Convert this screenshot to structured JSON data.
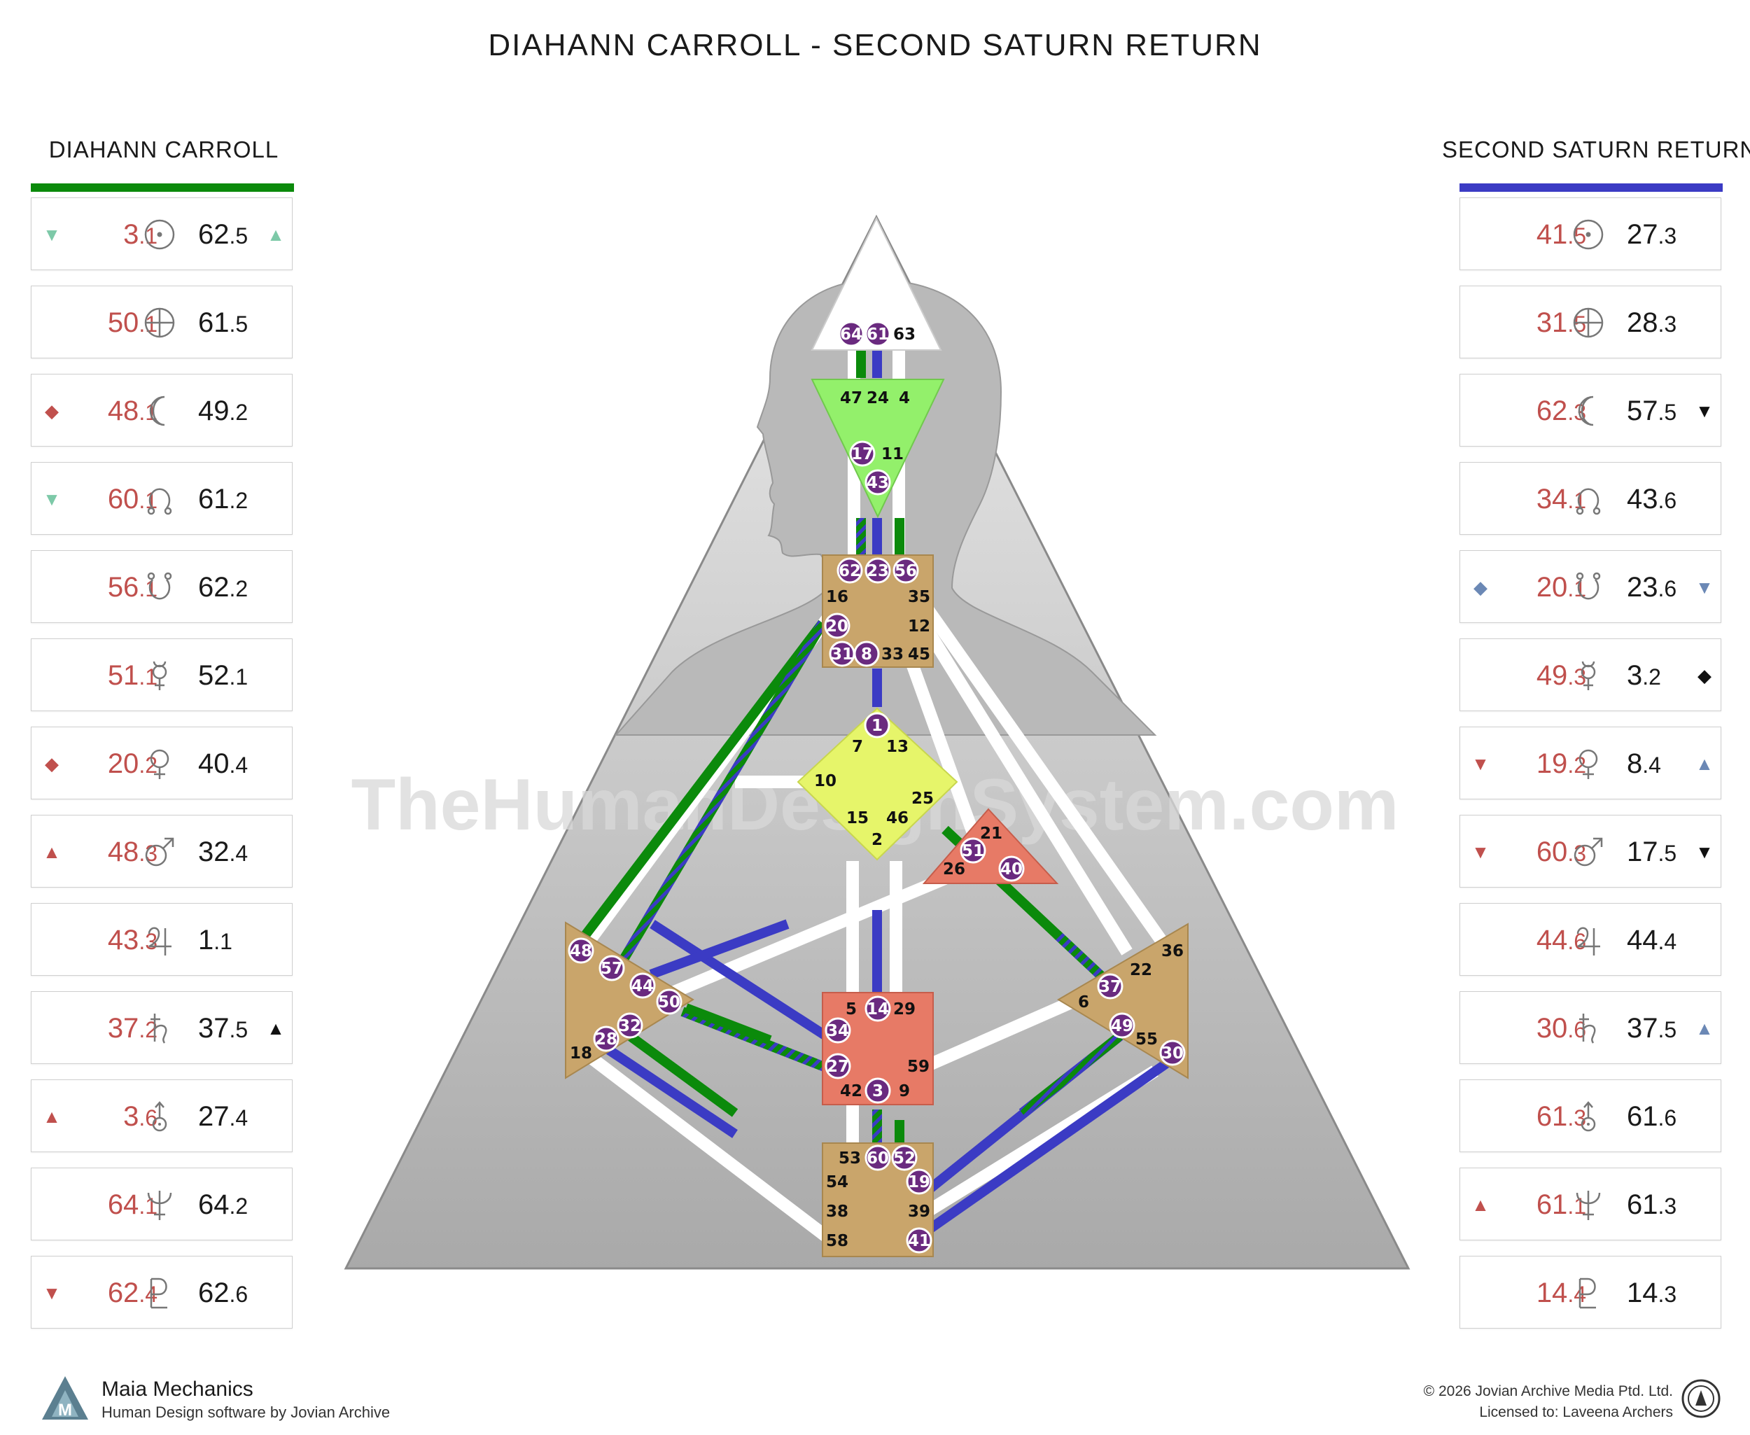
{
  "title": "DIAHANN CARROLL - SECOND SATURN RETURN",
  "watermark": "TheHumanDesignSystem.com",
  "colors": {
    "personality_accent": "#0b8a0b",
    "design_accent": "#3b3bc4",
    "design_number": "#c0504d"
  },
  "left": {
    "heading": "DIAHANN CARROLL",
    "rows": [
      {
        "planet": "sun-icon",
        "design": "3",
        "design_line": ".1",
        "personality": "62",
        "personality_line": ".5",
        "left_marker": "▼",
        "left_color": "#7dc9a8",
        "right_marker": "▲",
        "right_color": "#7dc9a8"
      },
      {
        "planet": "earth-icon",
        "design": "50",
        "design_line": ".1",
        "personality": "61",
        "personality_line": ".5",
        "left_marker": "",
        "left_color": "",
        "right_marker": "",
        "right_color": ""
      },
      {
        "planet": "moon-icon",
        "design": "48",
        "design_line": ".1",
        "personality": "49",
        "personality_line": ".2",
        "left_marker": "◆",
        "left_color": "#c0504d",
        "right_marker": "",
        "right_color": ""
      },
      {
        "planet": "north-node-icon",
        "design": "60",
        "design_line": ".1",
        "personality": "61",
        "personality_line": ".2",
        "left_marker": "▼",
        "left_color": "#7dc9a8",
        "right_marker": "",
        "right_color": ""
      },
      {
        "planet": "south-node-icon",
        "design": "56",
        "design_line": ".1",
        "personality": "62",
        "personality_line": ".2",
        "left_marker": "",
        "left_color": "",
        "right_marker": "",
        "right_color": ""
      },
      {
        "planet": "mercury-icon",
        "design": "51",
        "design_line": ".1",
        "personality": "52",
        "personality_line": ".1",
        "left_marker": "",
        "left_color": "",
        "right_marker": "",
        "right_color": ""
      },
      {
        "planet": "venus-icon",
        "design": "20",
        "design_line": ".2",
        "personality": "40",
        "personality_line": ".4",
        "left_marker": "◆",
        "left_color": "#c0504d",
        "right_marker": "",
        "right_color": ""
      },
      {
        "planet": "mars-icon",
        "design": "48",
        "design_line": ".3",
        "personality": "32",
        "personality_line": ".4",
        "left_marker": "▲",
        "left_color": "#c0504d",
        "right_marker": "",
        "right_color": ""
      },
      {
        "planet": "jupiter-icon",
        "design": "43",
        "design_line": ".3",
        "personality": "1",
        "personality_line": ".1",
        "left_marker": "",
        "left_color": "",
        "right_marker": "",
        "right_color": ""
      },
      {
        "planet": "saturn-icon",
        "design": "37",
        "design_line": ".2",
        "personality": "37",
        "personality_line": ".5",
        "left_marker": "",
        "left_color": "",
        "right_marker": "▲",
        "right_color": "#111111"
      },
      {
        "planet": "uranus-icon",
        "design": "3",
        "design_line": ".6",
        "personality": "27",
        "personality_line": ".4",
        "left_marker": "▲",
        "left_color": "#c0504d",
        "right_marker": "",
        "right_color": ""
      },
      {
        "planet": "neptune-icon",
        "design": "64",
        "design_line": ".1",
        "personality": "64",
        "personality_line": ".2",
        "left_marker": "",
        "left_color": "",
        "right_marker": "",
        "right_color": ""
      },
      {
        "planet": "pluto-icon",
        "design": "62",
        "design_line": ".4",
        "personality": "62",
        "personality_line": ".6",
        "left_marker": "▼",
        "left_color": "#c0504d",
        "right_marker": "",
        "right_color": ""
      }
    ]
  },
  "right": {
    "heading": "SECOND SATURN RETURN",
    "rows": [
      {
        "planet": "sun-icon",
        "design": "41",
        "design_line": ".5",
        "personality": "27",
        "personality_line": ".3",
        "left_marker": "",
        "left_color": "",
        "right_marker": "",
        "right_color": ""
      },
      {
        "planet": "earth-icon",
        "design": "31",
        "design_line": ".5",
        "personality": "28",
        "personality_line": ".3",
        "left_marker": "",
        "left_color": "",
        "right_marker": "",
        "right_color": ""
      },
      {
        "planet": "moon-icon",
        "design": "62",
        "design_line": ".3",
        "personality": "57",
        "personality_line": ".5",
        "left_marker": "",
        "left_color": "",
        "right_marker": "▼",
        "right_color": "#111111"
      },
      {
        "planet": "north-node-icon",
        "design": "34",
        "design_line": ".1",
        "personality": "43",
        "personality_line": ".6",
        "left_marker": "",
        "left_color": "",
        "right_marker": "",
        "right_color": ""
      },
      {
        "planet": "south-node-icon",
        "design": "20",
        "design_line": ".1",
        "personality": "23",
        "personality_line": ".6",
        "left_marker": "◆",
        "left_color": "#6b88b5",
        "right_marker": "▼",
        "right_color": "#6b88b5"
      },
      {
        "planet": "mercury-icon",
        "design": "49",
        "design_line": ".3",
        "personality": "3",
        "personality_line": ".2",
        "left_marker": "",
        "left_color": "",
        "right_marker": "◆",
        "right_color": "#111111"
      },
      {
        "planet": "venus-icon",
        "design": "19",
        "design_line": ".2",
        "personality": "8",
        "personality_line": ".4",
        "left_marker": "▼",
        "left_color": "#c0504d",
        "right_marker": "▲",
        "right_color": "#6b88b5"
      },
      {
        "planet": "mars-icon",
        "design": "60",
        "design_line": ".3",
        "personality": "17",
        "personality_line": ".5",
        "left_marker": "▼",
        "left_color": "#c0504d",
        "right_marker": "▼",
        "right_color": "#111111"
      },
      {
        "planet": "jupiter-icon",
        "design": "44",
        "design_line": ".6",
        "personality": "44",
        "personality_line": ".4",
        "left_marker": "",
        "left_color": "",
        "right_marker": "",
        "right_color": ""
      },
      {
        "planet": "saturn-icon",
        "design": "30",
        "design_line": ".6",
        "personality": "37",
        "personality_line": ".5",
        "left_marker": "",
        "left_color": "",
        "right_marker": "▲",
        "right_color": "#6b88b5"
      },
      {
        "planet": "uranus-icon",
        "design": "61",
        "design_line": ".3",
        "personality": "61",
        "personality_line": ".6",
        "left_marker": "",
        "left_color": "",
        "right_marker": "",
        "right_color": ""
      },
      {
        "planet": "neptune-icon",
        "design": "61",
        "design_line": ".1",
        "personality": "61",
        "personality_line": ".3",
        "left_marker": "▲",
        "left_color": "#c0504d",
        "right_marker": "",
        "right_color": ""
      },
      {
        "planet": "pluto-icon",
        "design": "14",
        "design_line": ".4",
        "personality": "14",
        "personality_line": ".3",
        "left_marker": "",
        "left_color": "",
        "right_marker": "",
        "right_color": ""
      }
    ]
  },
  "centers": {
    "head": {
      "gates": [
        {
          "n": "64",
          "active": true
        },
        {
          "n": "61",
          "active": true
        },
        {
          "n": "63",
          "active": false
        }
      ]
    },
    "ajna": {
      "gates": [
        {
          "n": "47",
          "active": false
        },
        {
          "n": "24",
          "active": false
        },
        {
          "n": "4",
          "active": false
        },
        {
          "n": "17",
          "active": true
        },
        {
          "n": "11",
          "active": false
        },
        {
          "n": "43",
          "active": true
        }
      ]
    },
    "throat": {
      "gates": [
        {
          "n": "62",
          "active": true
        },
        {
          "n": "23",
          "active": true
        },
        {
          "n": "56",
          "active": true
        },
        {
          "n": "16",
          "active": false
        },
        {
          "n": "35",
          "active": false
        },
        {
          "n": "20",
          "active": true
        },
        {
          "n": "12",
          "active": false
        },
        {
          "n": "31",
          "active": true
        },
        {
          "n": "8",
          "active": true
        },
        {
          "n": "33",
          "active": false
        },
        {
          "n": "45",
          "active": false
        }
      ]
    },
    "g": {
      "gates": [
        {
          "n": "1",
          "active": true
        },
        {
          "n": "7",
          "active": false
        },
        {
          "n": "13",
          "active": false
        },
        {
          "n": "10",
          "active": false
        },
        {
          "n": "25",
          "active": false
        },
        {
          "n": "15",
          "active": false
        },
        {
          "n": "46",
          "active": false
        },
        {
          "n": "2",
          "active": false
        }
      ]
    },
    "heart": {
      "gates": [
        {
          "n": "21",
          "active": false
        },
        {
          "n": "51",
          "active": true
        },
        {
          "n": "26",
          "active": false
        },
        {
          "n": "40",
          "active": true
        }
      ]
    },
    "spleen": {
      "gates": [
        {
          "n": "48",
          "active": true
        },
        {
          "n": "57",
          "active": true
        },
        {
          "n": "44",
          "active": true
        },
        {
          "n": "50",
          "active": true
        },
        {
          "n": "32",
          "active": true
        },
        {
          "n": "28",
          "active": true
        },
        {
          "n": "18",
          "active": false
        }
      ]
    },
    "sacral": {
      "gates": [
        {
          "n": "5",
          "active": false
        },
        {
          "n": "14",
          "active": true
        },
        {
          "n": "29",
          "active": false
        },
        {
          "n": "34",
          "active": true
        },
        {
          "n": "27",
          "active": true
        },
        {
          "n": "59",
          "active": false
        },
        {
          "n": "42",
          "active": false
        },
        {
          "n": "3",
          "active": true
        },
        {
          "n": "9",
          "active": false
        }
      ]
    },
    "solar_plexus": {
      "gates": [
        {
          "n": "36",
          "active": false
        },
        {
          "n": "22",
          "active": false
        },
        {
          "n": "37",
          "active": true
        },
        {
          "n": "6",
          "active": false
        },
        {
          "n": "49",
          "active": true
        },
        {
          "n": "55",
          "active": false
        },
        {
          "n": "30",
          "active": true
        }
      ]
    },
    "root": {
      "gates": [
        {
          "n": "53",
          "active": false
        },
        {
          "n": "60",
          "active": true
        },
        {
          "n": "52",
          "active": true
        },
        {
          "n": "54",
          "active": false
        },
        {
          "n": "19",
          "active": true
        },
        {
          "n": "38",
          "active": false
        },
        {
          "n": "39",
          "active": false
        },
        {
          "n": "58",
          "active": false
        },
        {
          "n": "41",
          "active": true
        }
      ]
    }
  },
  "footer": {
    "brand": "Maia Mechanics",
    "subtitle": "Human Design software by Jovian Archive",
    "copyright": "© 2026 Jovian Archive Media Ptd. Ltd.",
    "license": "Licensed to: Laveena Archers"
  }
}
